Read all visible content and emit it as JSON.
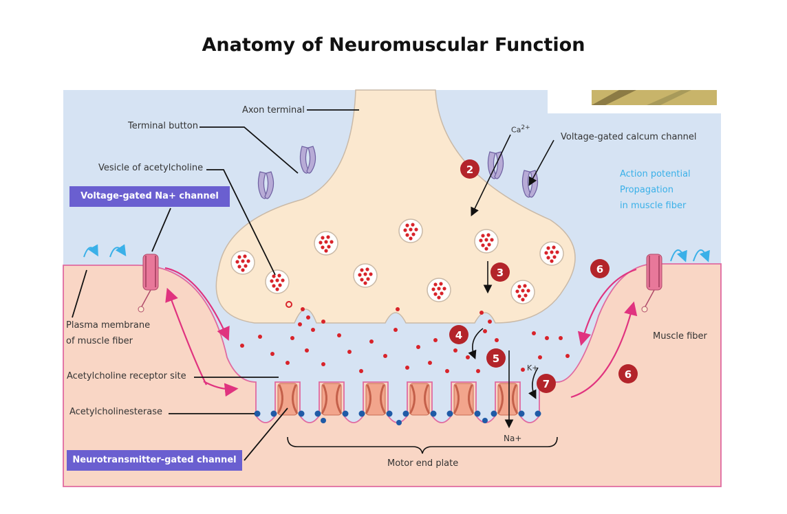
{
  "title": "Anatomy of Neuromuscular Function",
  "labels": {
    "axon_terminal": "Axon terminal",
    "terminal_button": "Terminal button",
    "vesicle": "Vesicle of acetylcholine",
    "ca": "Ca",
    "ca_sup": "2+",
    "vg_calcium": "Voltage-gated calcum channel",
    "action_potential_1": "Action potential",
    "action_potential_2": "Propagation",
    "action_potential_3": "in muscle fiber",
    "plasma_1": "Plasma membrane",
    "plasma_2": "of muscle fiber",
    "muscle_fiber": "Muscle fiber",
    "ach_receptor": "Acetylcholine receptor site",
    "acetylcholinesterase": "Acetylcholinesterase",
    "motor_end_plate": "Motor end plate",
    "k": "K+",
    "na": "Na+"
  },
  "boxes": {
    "vg_na": "Voltage-gated Na+ channel",
    "nt_gated": "Neurotransmitter-gated channel"
  },
  "steps": [
    "2",
    "3",
    "4",
    "5",
    "6",
    "6",
    "7"
  ],
  "colors": {
    "background_fluid": "#d6e3f3",
    "muscle": "#f9d6c5",
    "terminal": "#fbe8cf",
    "membrane": "#e06aa0",
    "vesicle_dot": "#d8232a",
    "step_badge": "#b3242a",
    "label_box": "#6a5fd0",
    "action_potential_text": "#3ab0e8"
  }
}
